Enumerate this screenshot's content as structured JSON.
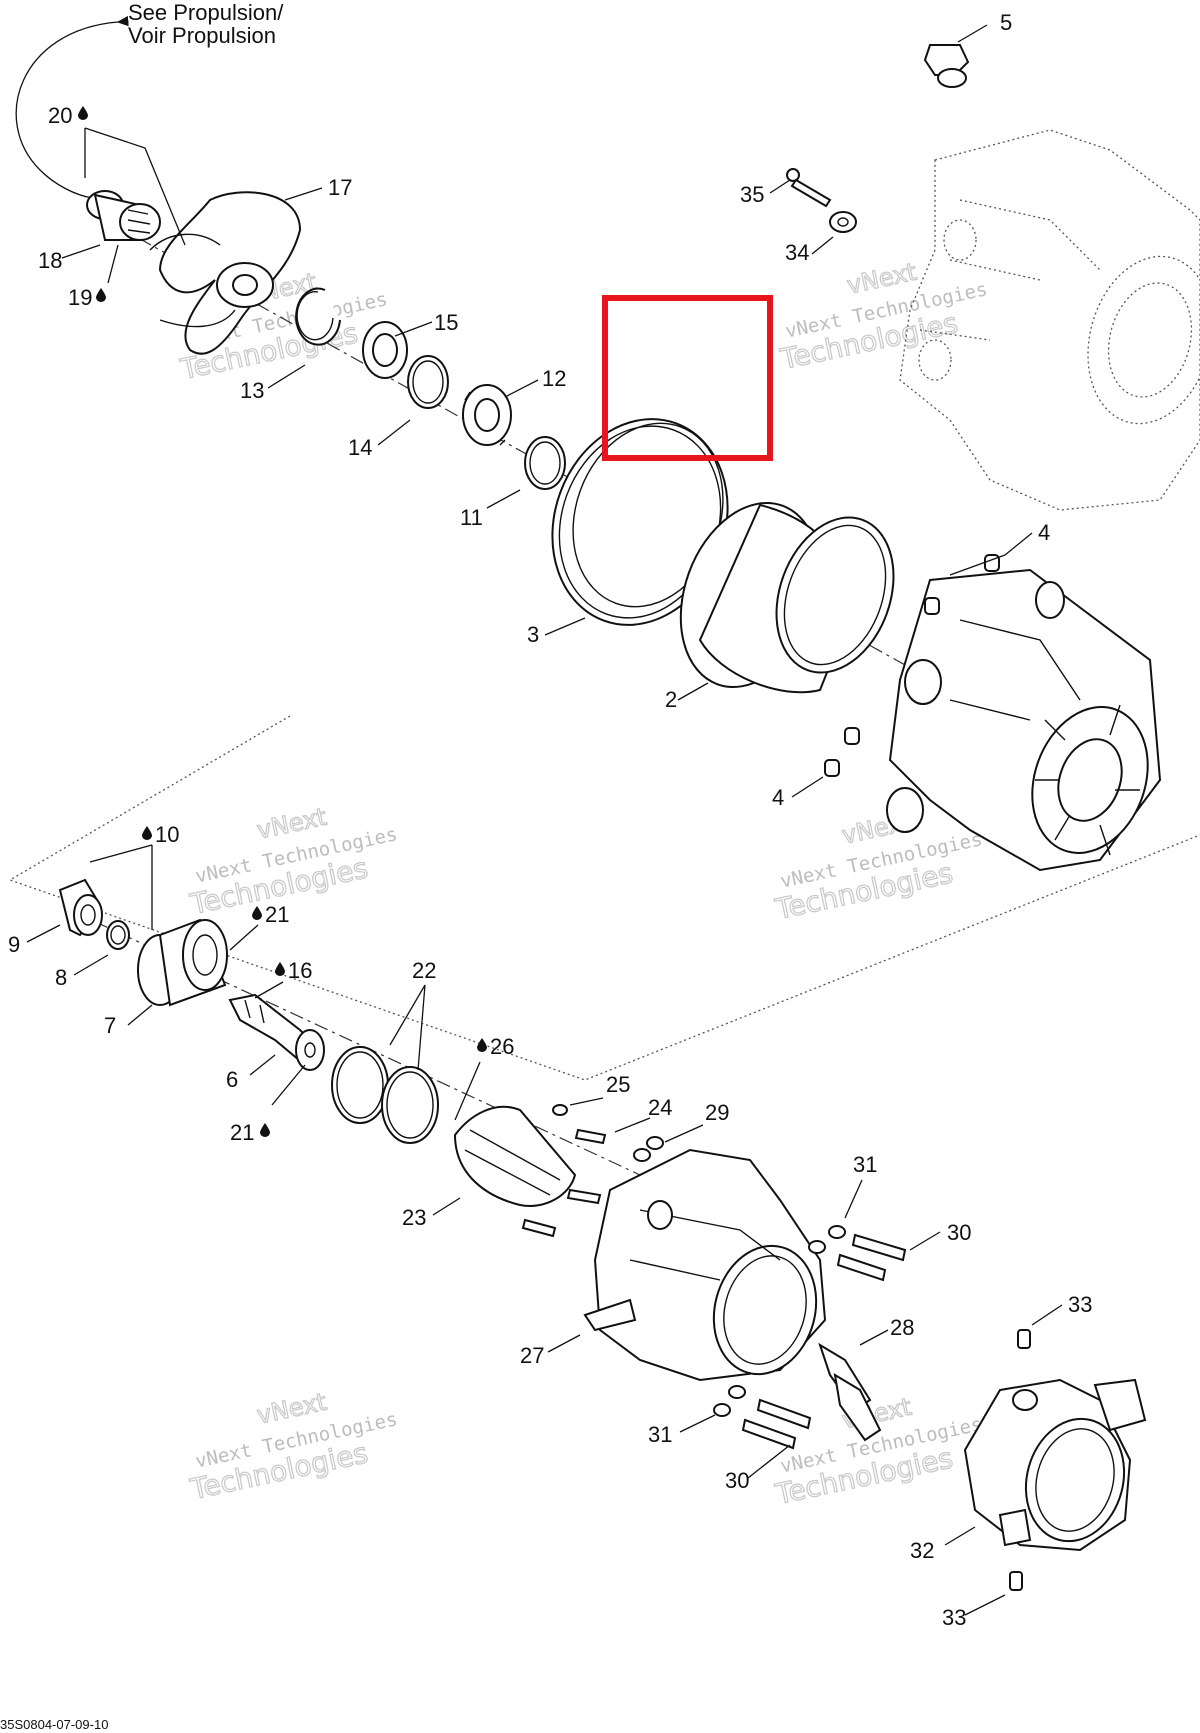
{
  "diagram": {
    "drawing_code": "35S0804-07-09-10",
    "reference_note": [
      "See Propulsion/",
      "Voir Propulsion"
    ],
    "watermark": [
      "vNext",
      "vNext Technologies",
      "Technologies"
    ],
    "highlight_color": "#e8161c",
    "callouts": [
      {
        "id": "c20",
        "label": "20",
        "lubricant": true
      },
      {
        "id": "c17",
        "label": "17",
        "lubricant": false
      },
      {
        "id": "c18",
        "label": "18",
        "lubricant": false
      },
      {
        "id": "c19",
        "label": "19",
        "lubricant": true
      },
      {
        "id": "c15",
        "label": "15",
        "lubricant": false
      },
      {
        "id": "c13",
        "label": "13",
        "lubricant": false
      },
      {
        "id": "c12",
        "label": "12",
        "lubricant": false
      },
      {
        "id": "c14",
        "label": "14",
        "lubricant": false
      },
      {
        "id": "c11",
        "label": "11",
        "lubricant": false
      },
      {
        "id": "c3",
        "label": "3",
        "lubricant": false
      },
      {
        "id": "c2",
        "label": "2",
        "lubricant": false
      },
      {
        "id": "c4a",
        "label": "4",
        "lubricant": false
      },
      {
        "id": "c4b",
        "label": "4",
        "lubricant": false
      },
      {
        "id": "c5",
        "label": "5",
        "lubricant": false
      },
      {
        "id": "c35",
        "label": "35",
        "lubricant": false
      },
      {
        "id": "c34",
        "label": "34",
        "lubricant": false
      },
      {
        "id": "c10",
        "label": "10",
        "lubricant": true
      },
      {
        "id": "c9",
        "label": "9",
        "lubricant": false
      },
      {
        "id": "c8",
        "label": "8",
        "lubricant": false
      },
      {
        "id": "c21a",
        "label": "21",
        "lubricant": true
      },
      {
        "id": "c7",
        "label": "7",
        "lubricant": false
      },
      {
        "id": "c16",
        "label": "16",
        "lubricant": true
      },
      {
        "id": "c22",
        "label": "22",
        "lubricant": false
      },
      {
        "id": "c6",
        "label": "6",
        "lubricant": false
      },
      {
        "id": "c21b",
        "label": "21",
        "lubricant": true
      },
      {
        "id": "c26",
        "label": "26",
        "lubricant": true
      },
      {
        "id": "c25",
        "label": "25",
        "lubricant": false
      },
      {
        "id": "c24",
        "label": "24",
        "lubricant": false
      },
      {
        "id": "c29",
        "label": "29",
        "lubricant": false
      },
      {
        "id": "c23",
        "label": "23",
        "lubricant": false
      },
      {
        "id": "c31a",
        "label": "31",
        "lubricant": false
      },
      {
        "id": "c30a",
        "label": "30",
        "lubricant": false
      },
      {
        "id": "c28",
        "label": "28",
        "lubricant": false
      },
      {
        "id": "c27",
        "label": "27",
        "lubricant": false
      },
      {
        "id": "c31b",
        "label": "31",
        "lubricant": false
      },
      {
        "id": "c30b",
        "label": "30",
        "lubricant": false
      },
      {
        "id": "c33a",
        "label": "33",
        "lubricant": false
      },
      {
        "id": "c32",
        "label": "32",
        "lubricant": false
      },
      {
        "id": "c33b",
        "label": "33",
        "lubricant": false
      }
    ]
  }
}
